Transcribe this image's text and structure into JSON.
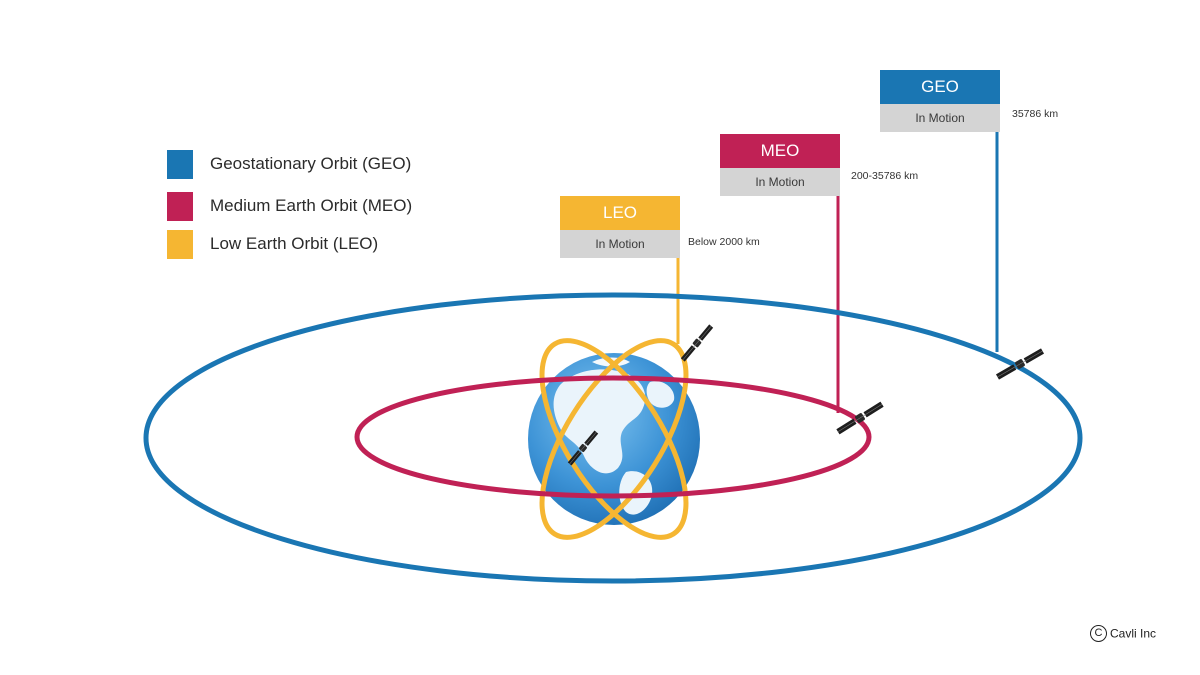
{
  "legend": {
    "items": [
      {
        "label": "Geostationary Orbit (GEO)",
        "color": "#1a76b3"
      },
      {
        "label": "Medium Earth Orbit (MEO)",
        "color": "#c02155"
      },
      {
        "label": "Low Earth Orbit (LEO)",
        "color": "#f5b632"
      }
    ]
  },
  "flags": {
    "geo": {
      "title": "GEO",
      "status": "In Motion",
      "altitude": "35786 km",
      "color": "#1a76b3"
    },
    "meo": {
      "title": "MEO",
      "status": "In Motion",
      "altitude": "200-35786 km",
      "color": "#c02155"
    },
    "leo": {
      "title": "LEO",
      "status": "In Motion",
      "altitude": "Below 2000 km",
      "color": "#f5b632"
    }
  },
  "credit": {
    "symbol": "C",
    "text": "Cavli Inc"
  },
  "icons": {
    "earth": "earth-globe-icon",
    "satellite": "satellite-icon"
  }
}
